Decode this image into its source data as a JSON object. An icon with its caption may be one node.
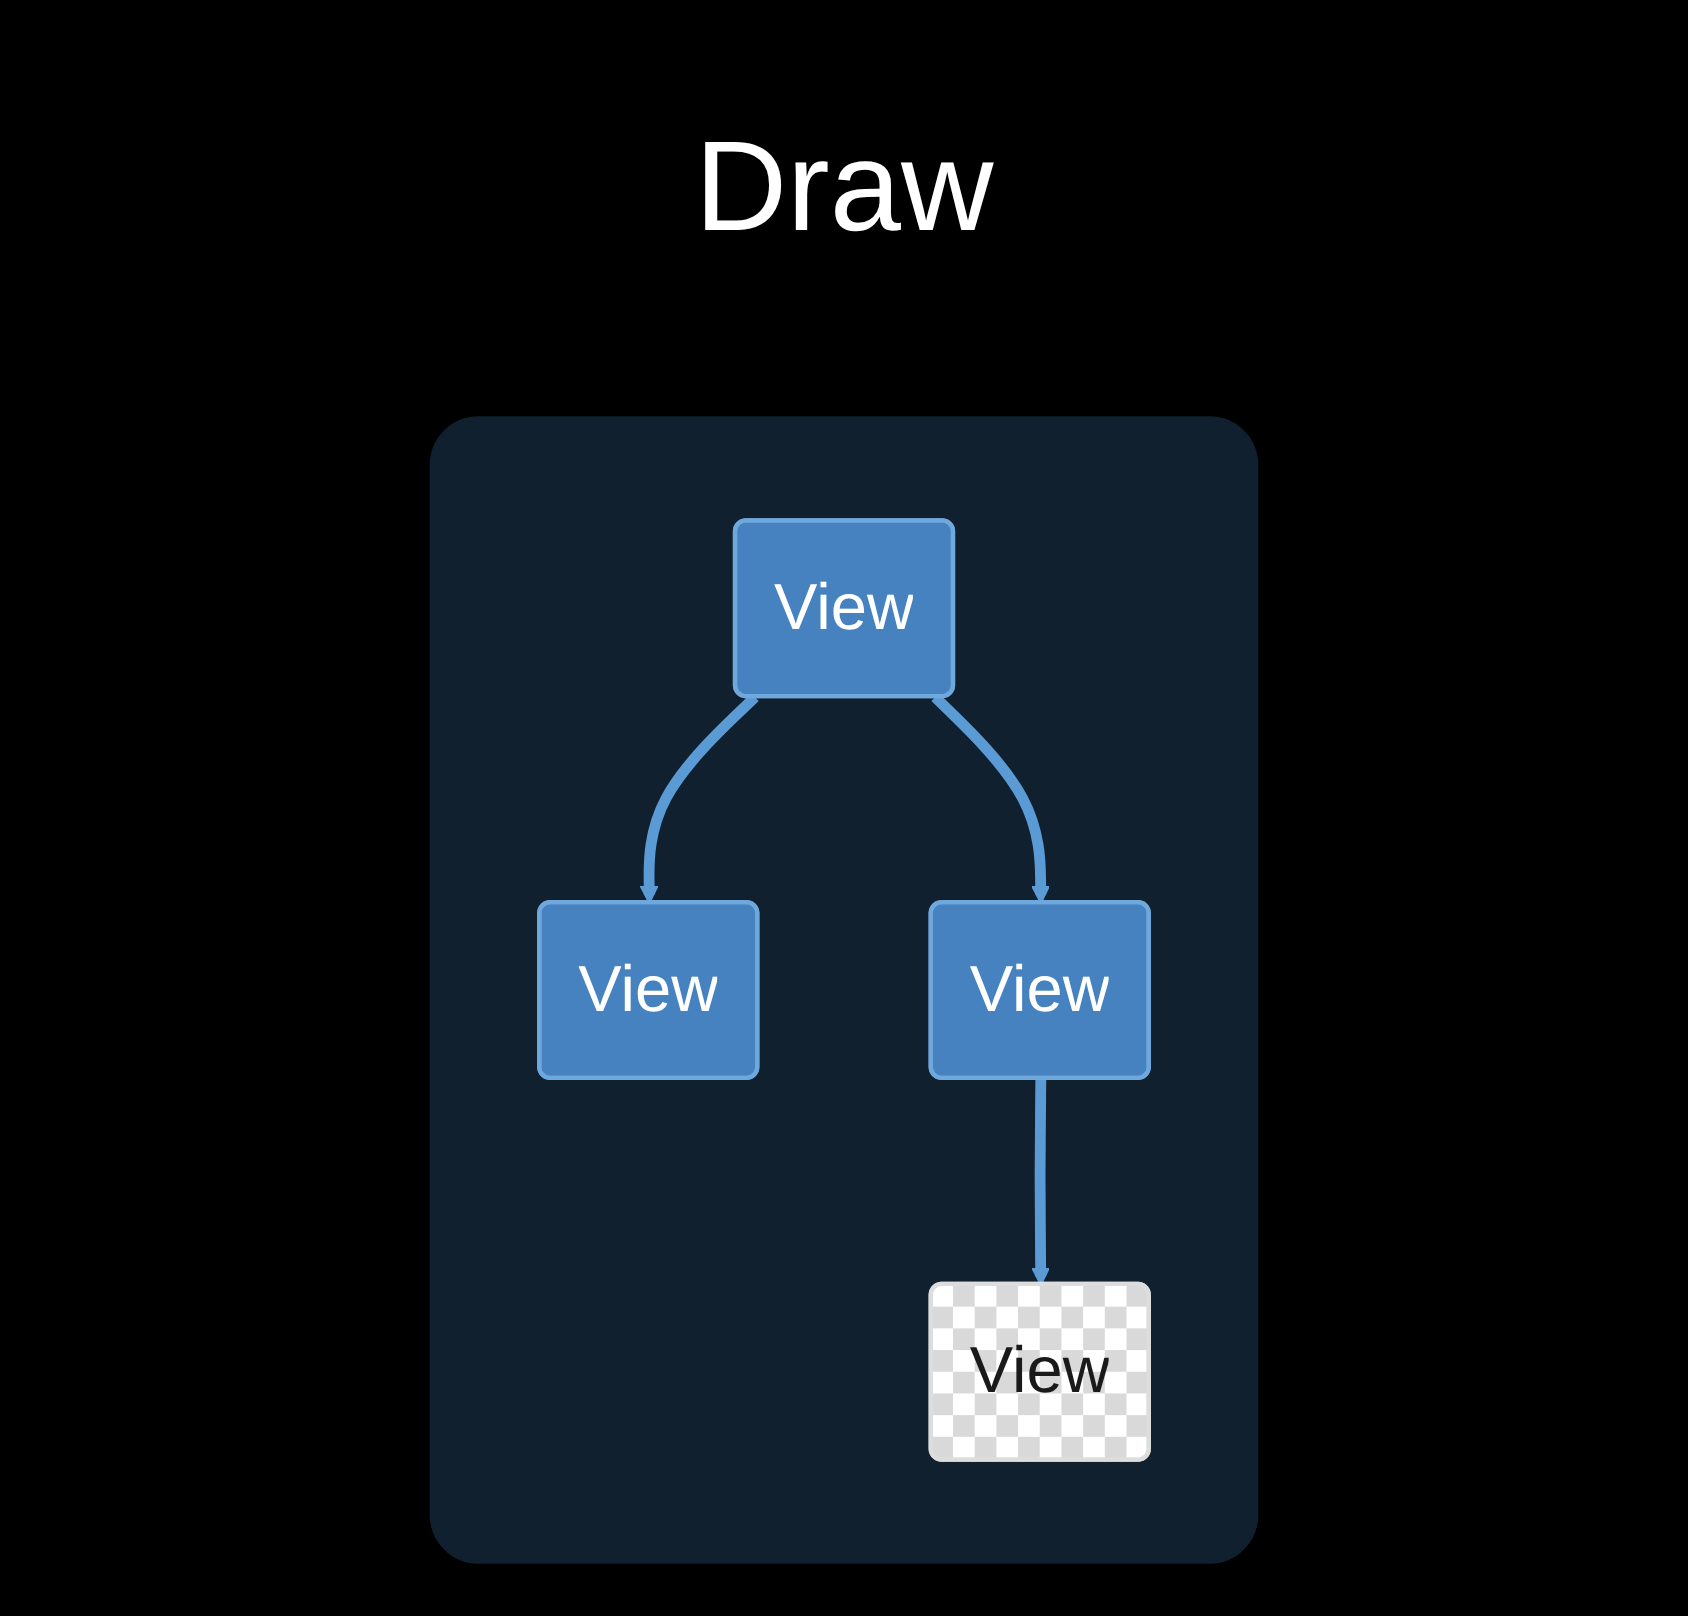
{
  "diagram": {
    "title": "Draw",
    "nodes": [
      {
        "text": [],
        "shape": "box"
      },
      {
        "text": [
          "View"
        ],
        "in": 0
      },
      {
        "text": [
          "View"
        ],
        "in": 0
      },
      {
        "text": [
          "View"
        ],
        "in": 0
      },
      {
        "text": [
          "View"
        ],
        "in": 0
      }
    ],
    "edges": [
      {
        "from": 1,
        "to": 2,
        "arrow": "to",
        "color": "#5b9bd5"
      },
      {
        "from": 1,
        "to": 3,
        "arrow": "to",
        "color": "#5b9bd5"
      },
      {
        "from": 3,
        "to": 4,
        "arrow": "to",
        "color": "#5b9bd5"
      }
    ]
  }
}
